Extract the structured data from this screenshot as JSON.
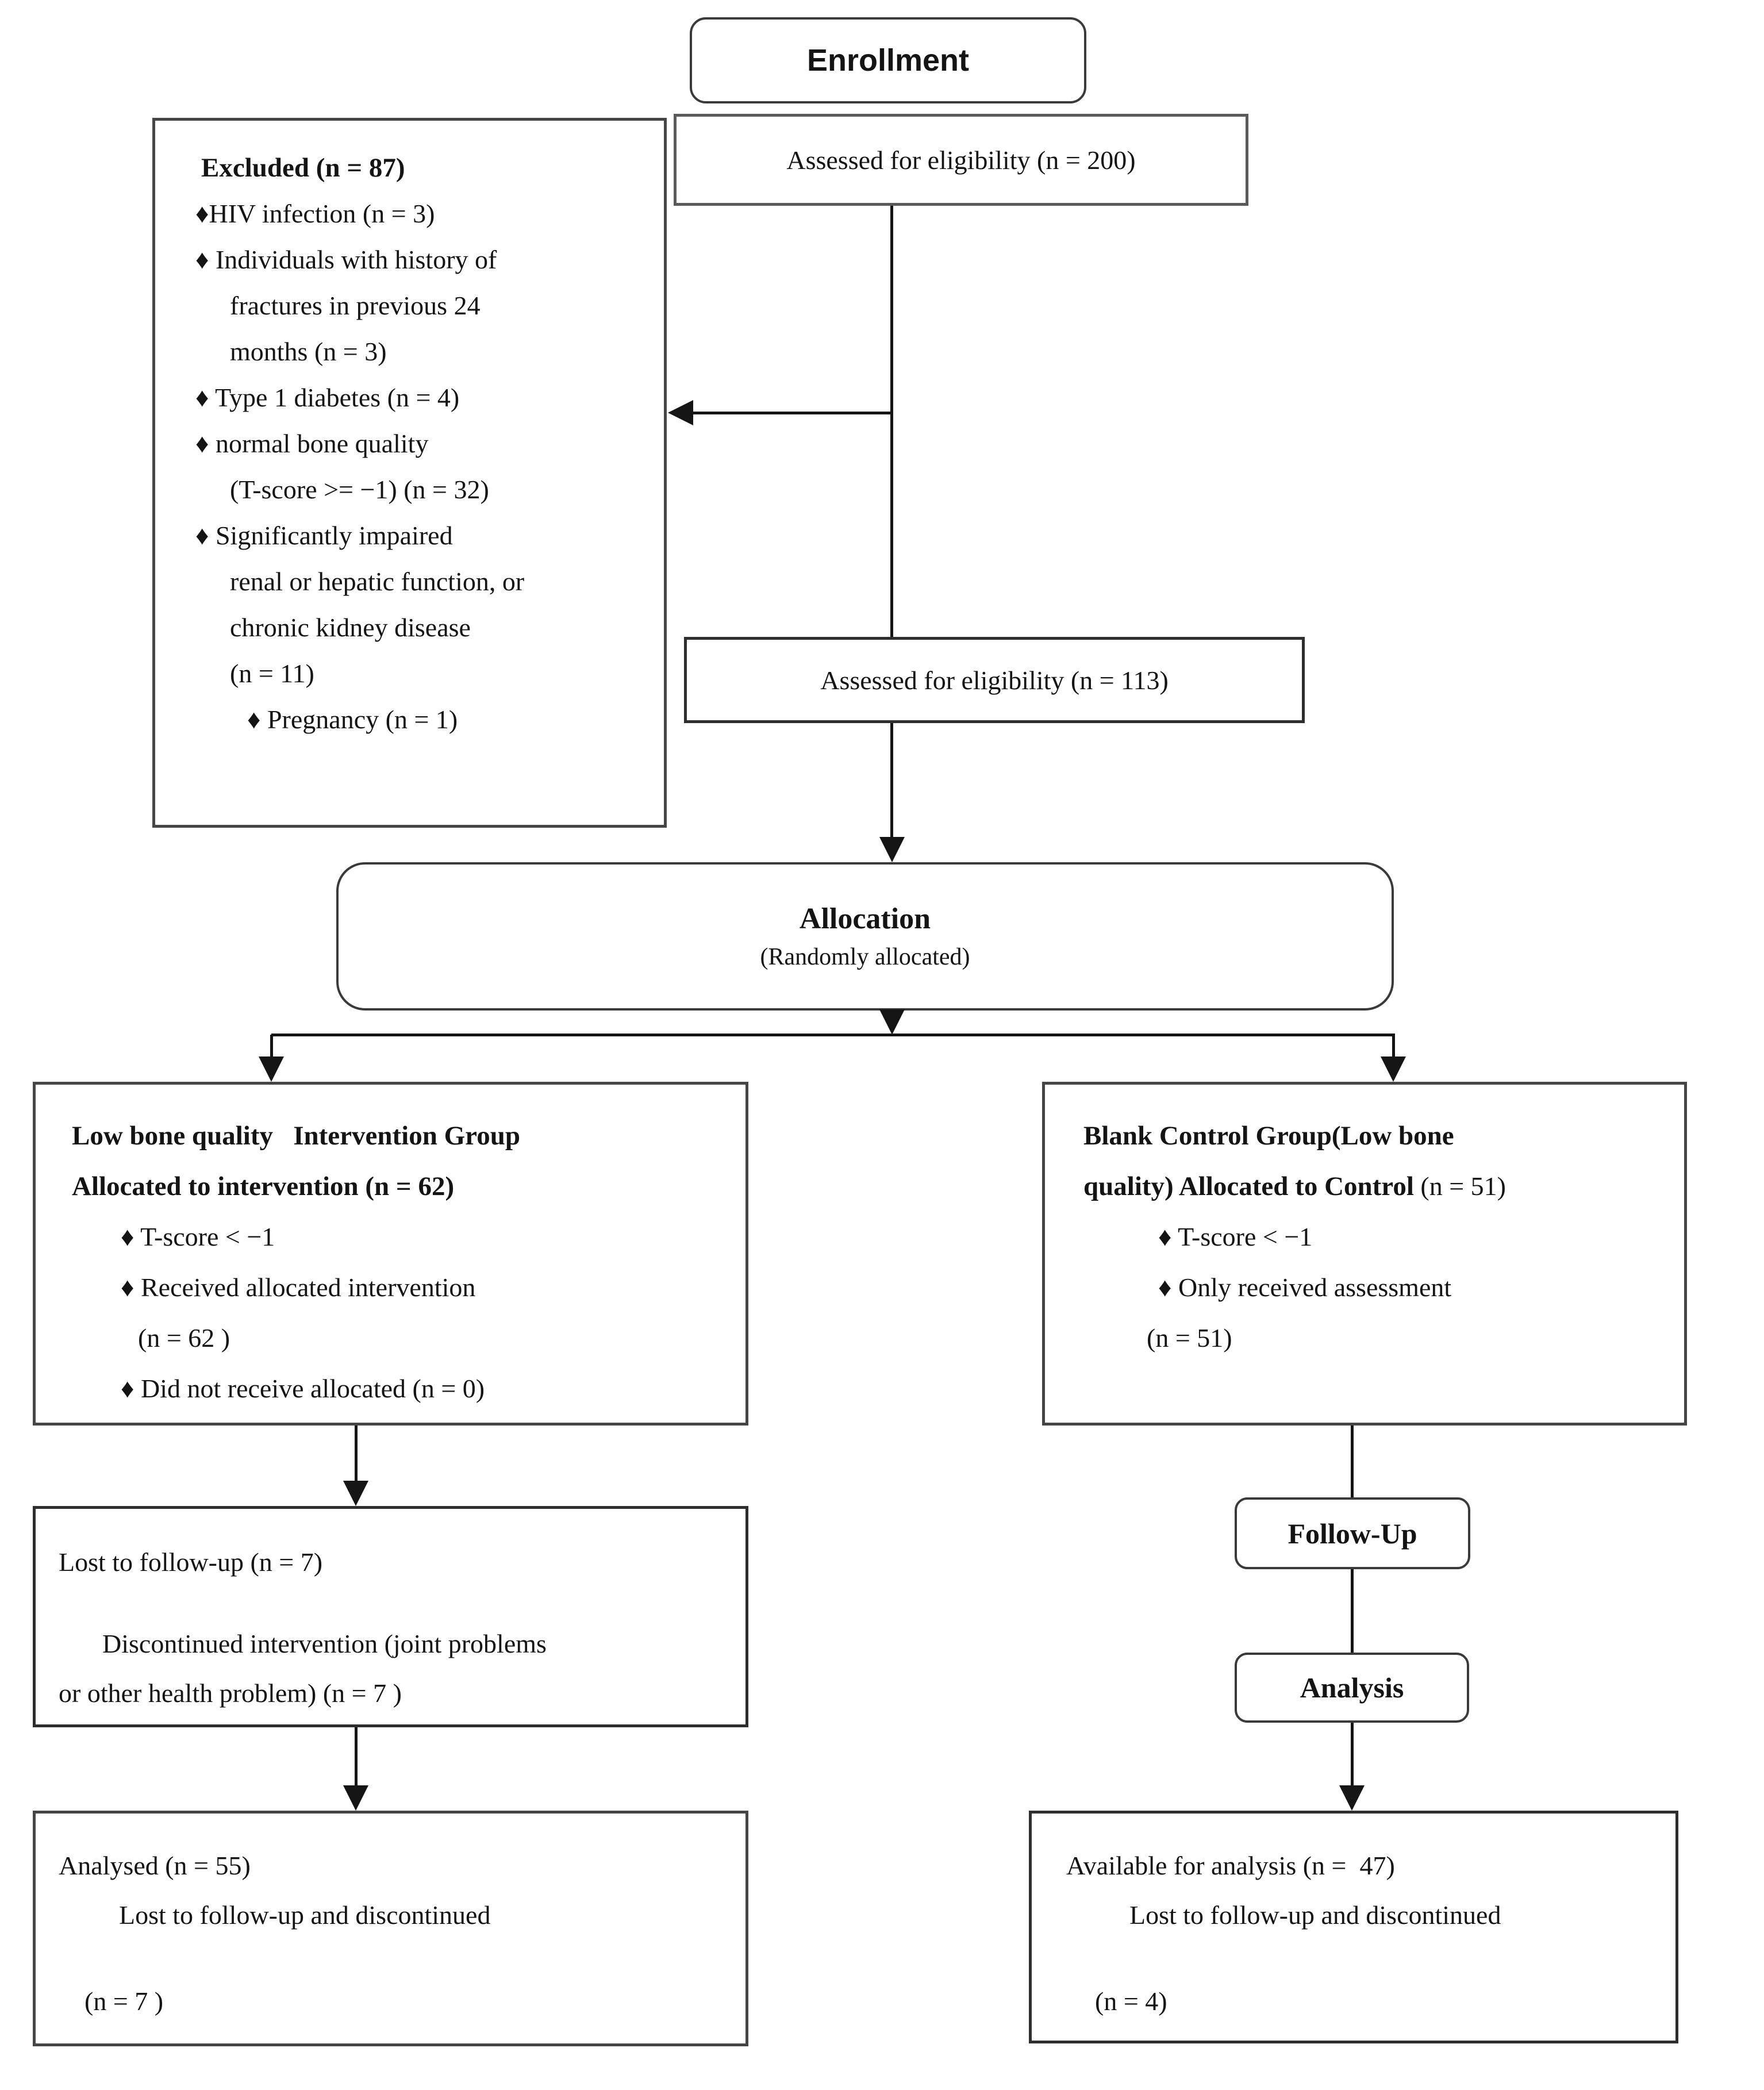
{
  "stages": {
    "enrollment": "Enrollment",
    "allocation_title": "Allocation",
    "allocation_sub": "(Randomly allocated)",
    "followup": "Follow-Up",
    "analysis": "Analysis"
  },
  "assessed_200": "Assessed for eligibility (n = 200)",
  "assessed_113": "Assessed for eligibility (n = 113)",
  "excluded": {
    "title": "Excluded (n = 87)",
    "lines": [
      "♦HIV infection (n = 3)",
      "♦ Individuals with history of",
      "fractures in previous 24",
      "months (n = 3)",
      "♦ Type 1 diabetes (n = 4)",
      "♦ normal bone quality",
      "(T-score >= −1) (n = 32)",
      "♦ Significantly impaired",
      "renal or hepatic function, or",
      "chronic kidney disease",
      "(n = 11)",
      "♦ Pregnancy (n = 1)"
    ]
  },
  "intervention_group": {
    "heading_line1": "Low bone quality   Intervention Group",
    "heading_line2_bold": "Allocated to intervention",
    "heading_line2_n": " (n = 62)",
    "bullet1": "♦ T-score < −1",
    "bullet2": "♦ Received allocated intervention",
    "bullet2_cont": "(n = 62 )",
    "bullet3": "♦ Did not receive allocated (n = 0)"
  },
  "control_group": {
    "heading_line1": "Blank Control Group(Low bone",
    "heading_line2_bold": "quality) Allocated to Control",
    "heading_line2_n": " (n = 51)",
    "bullet1": "♦ T-score < −1",
    "bullet2": "♦ Only received assessment",
    "bullet2_cont": "(n = 51)"
  },
  "lost_box": {
    "line1": "Lost to follow-up (n = 7)",
    "line2": "Discontinued intervention (joint problems",
    "line3": "or other health problem) (n = 7 )"
  },
  "analysed_box": {
    "line1": "Analysed (n = 55)",
    "line2": "Lost to follow-up and discontinued",
    "line3": "(n = 7 )"
  },
  "available_box": {
    "line1": "Available for analysis (n =  47)",
    "line2": "Lost to follow-up and discontinued",
    "line3": "(n = 4)"
  }
}
